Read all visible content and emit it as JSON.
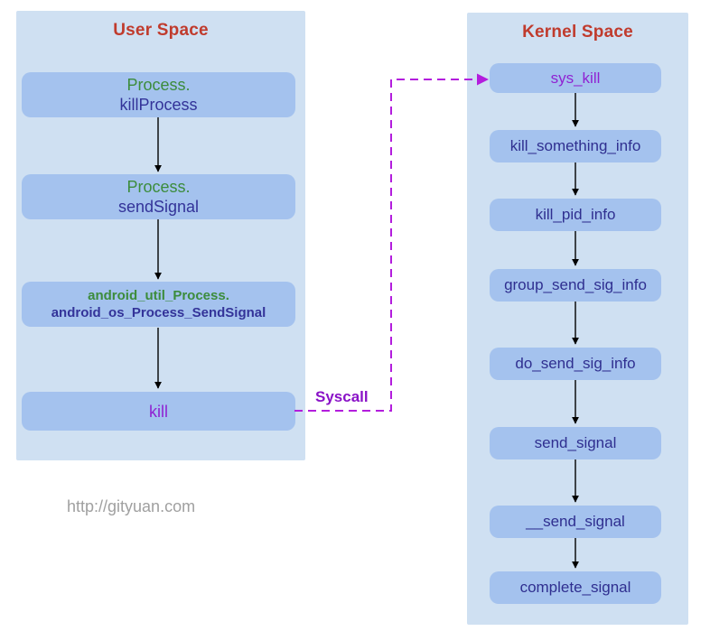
{
  "user_space": {
    "title": "User Space",
    "boxes": [
      {
        "lines": [
          "Process.",
          "killProcess"
        ]
      },
      {
        "lines": [
          "Process.",
          "sendSignal"
        ]
      },
      {
        "lines": [
          "android_util_Process.",
          "android_os_Process_SendSignal"
        ]
      },
      {
        "lines": [
          "kill"
        ]
      }
    ]
  },
  "kernel_space": {
    "title": "Kernel Space",
    "boxes": [
      "sys_kill",
      "kill_something_info",
      "kill_pid_info",
      "group_send_sig_info",
      "do_send_sig_info",
      "send_signal",
      "__send_signal",
      "complete_signal"
    ]
  },
  "syscall": {
    "label": "Syscall"
  },
  "watermark": {
    "text": "http://gityuan.com"
  },
  "colors": {
    "panel_bg": "#cfe0f2",
    "node_bg": "#a4c2ee",
    "space_title_red": "#c03b2d",
    "class_green": "#3c8c3c",
    "method_navy": "#333399",
    "kernel_text_navy": "#2f2f90",
    "syscall_text_purple": "#8a12c7",
    "dash_magenta": "#b31ddd",
    "arrow_black": "#000000",
    "watermark_gray": "#a0a0a0"
  }
}
